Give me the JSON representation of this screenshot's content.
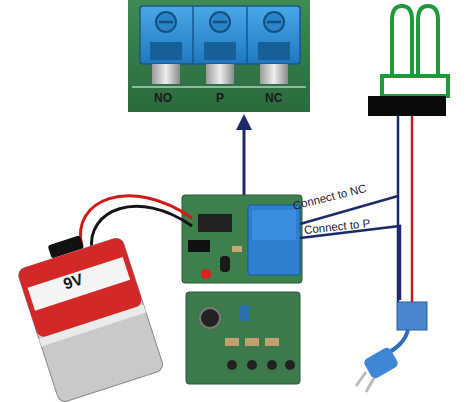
{
  "diagram": {
    "nodes": [
      {
        "text": [
          "NO",
          "P",
          "NC"
        ]
      }
    ],
    "labels": [
      "9V",
      "Connect to NC",
      "Connect to P"
    ]
  }
}
